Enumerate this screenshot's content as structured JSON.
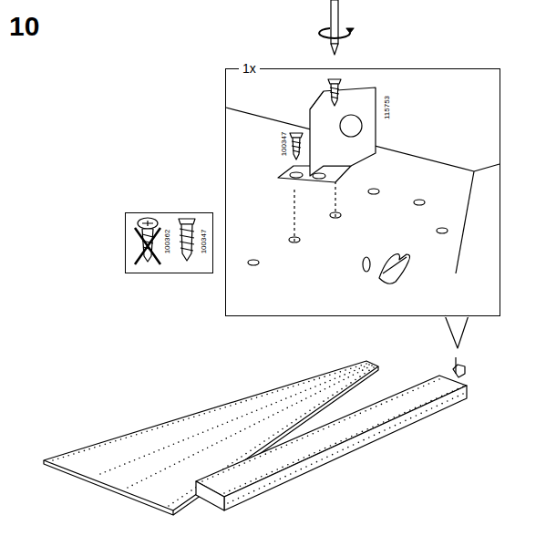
{
  "diagram": {
    "title": "10",
    "nodes": [
      {
        "text": [
          "1x"
        ]
      },
      {
        "text": [
          "100362",
          "100347"
        ]
      }
    ],
    "labels": [
      "115753",
      "100347"
    ]
  }
}
